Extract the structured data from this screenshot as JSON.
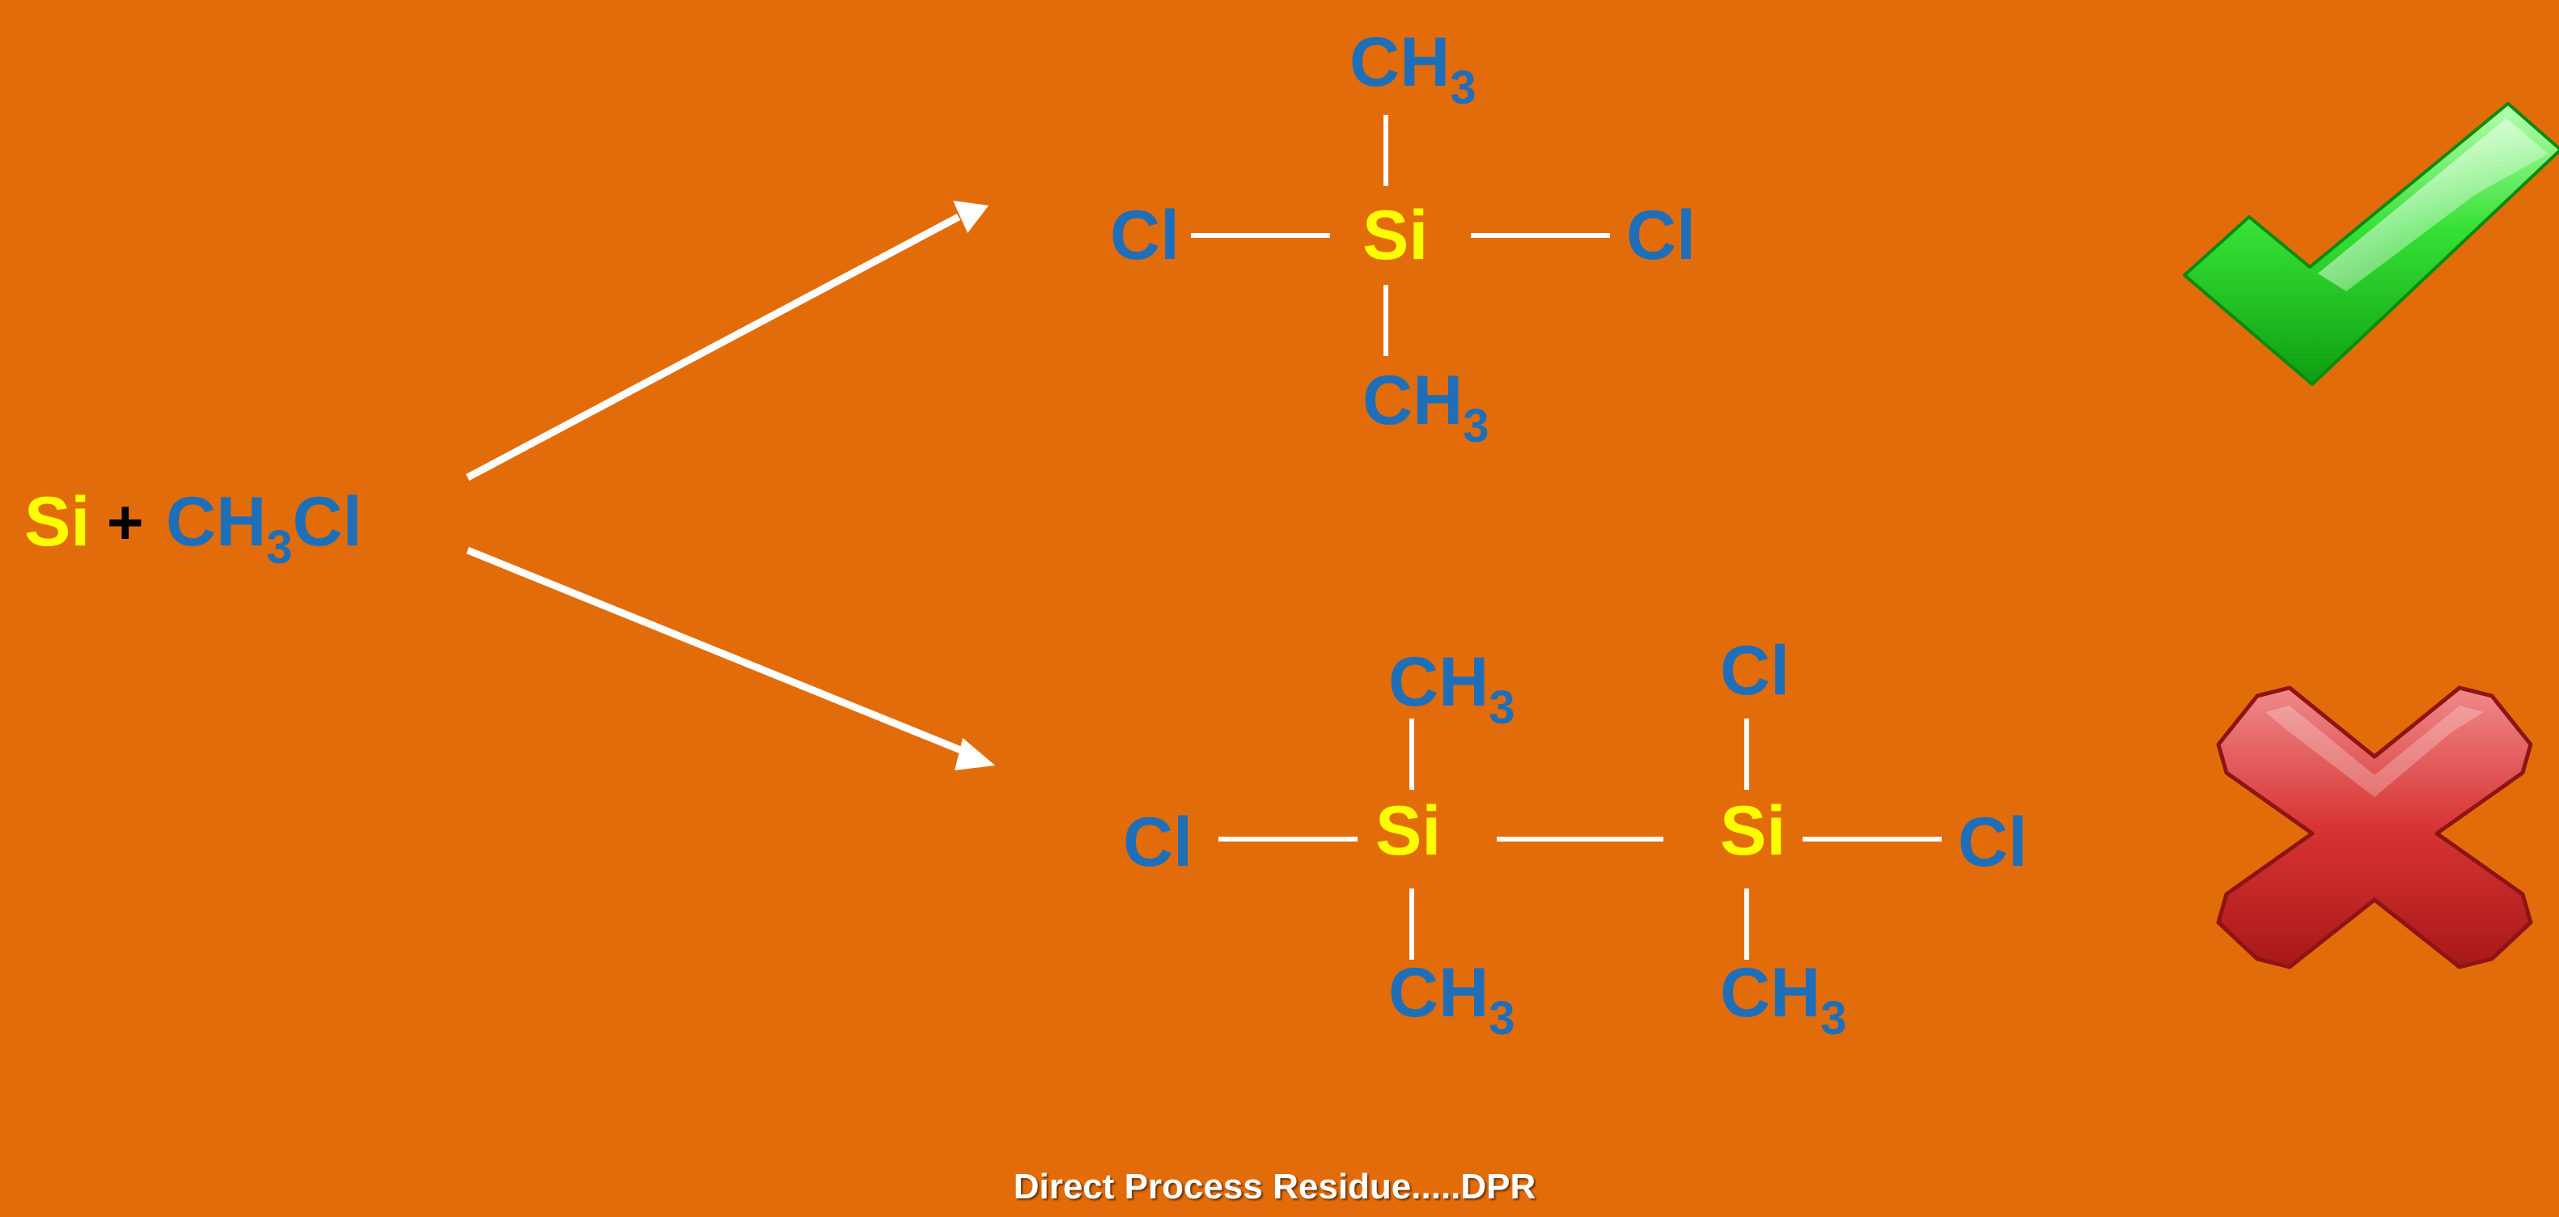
{
  "colors": {
    "background": "#E36C0A",
    "group": "#1F6FB8",
    "silicon": "#FFFF00",
    "bond": "#FFFFFF",
    "check": "#22CC22",
    "cross": "#CC2A2A"
  },
  "reactants": {
    "si": "Si",
    "plus": "+",
    "ch": "CH",
    "sub": "3",
    "cl": "Cl"
  },
  "top_product": {
    "ch_top": "CH",
    "ch_top_sub": "3",
    "cl_left": "Cl",
    "si": "Si",
    "cl_right": "Cl",
    "ch_bottom": "CH",
    "ch_bottom_sub": "3",
    "result_icon": "check-mark-icon"
  },
  "bottom_product": {
    "ch_top_a": "CH",
    "ch_top_a_sub": "3",
    "cl_top_b": "Cl",
    "cl_left": "Cl",
    "si_a": "Si",
    "si_b": "Si",
    "cl_right": "Cl",
    "ch_bottom_a": "CH",
    "ch_bottom_a_sub": "3",
    "ch_bottom_b": "CH",
    "ch_bottom_b_sub": "3",
    "result_icon": "cross-mark-icon"
  },
  "footer": {
    "caption": "Direct Process Residue.....DPR"
  }
}
